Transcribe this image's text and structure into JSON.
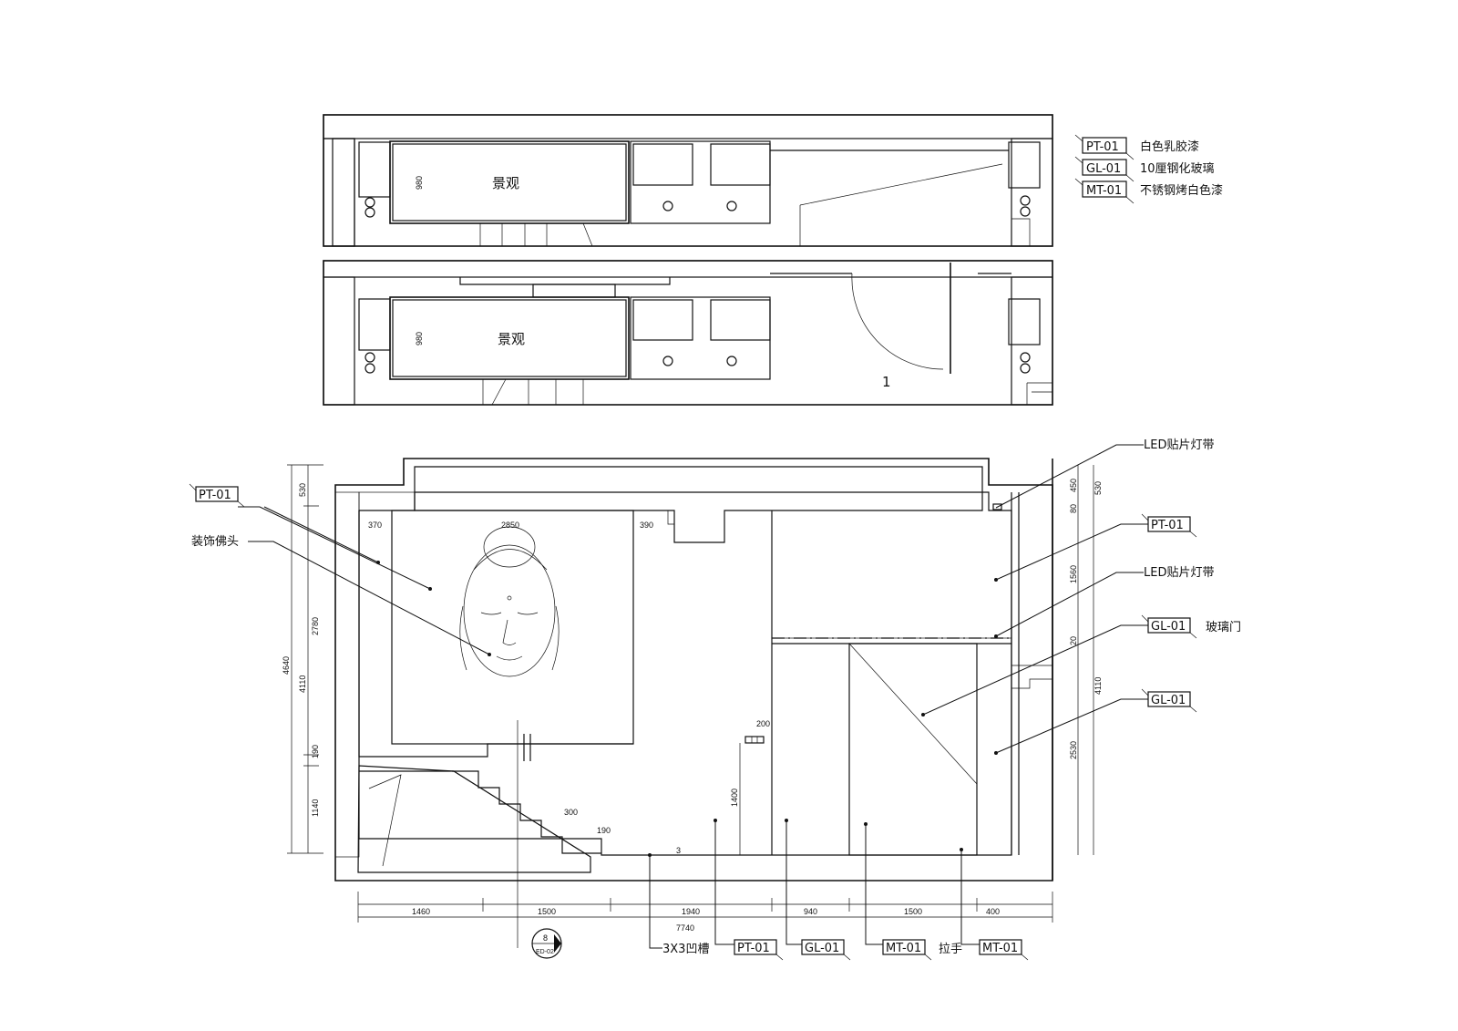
{
  "legend": [
    {
      "code": "PT-01",
      "desc": "白色乳胶漆"
    },
    {
      "code": "GL-01",
      "desc": "10厘钢化玻璃"
    },
    {
      "code": "MT-01",
      "desc": "不锈钢烤白色漆"
    }
  ],
  "plans": {
    "landscape_label": "景观",
    "dim_980": "980",
    "door_number": "1"
  },
  "elevation": {
    "left_tags": {
      "pt01": "PT-01",
      "buddha": "装饰佛头"
    },
    "right_labels": {
      "led1": "LED贴片灯带",
      "pt01": "PT-01",
      "led2": "LED贴片灯带",
      "gl01_door": "GL-01",
      "glass_door": "玻璃门",
      "gl01": "GL-01"
    },
    "bottom_tags": {
      "groove": "3X3凹槽",
      "pt01": "PT-01",
      "gl01": "GL-01",
      "mt01a": "MT-01",
      "handle": "拉手",
      "mt01b": "MT-01"
    },
    "top_dims": {
      "d370": "370",
      "d2850": "2850",
      "d390": "390"
    },
    "left_dims": {
      "d4640": "4640",
      "d4110": "4110",
      "d530": "530",
      "d2780": "2780",
      "d190": "190",
      "d1140": "1140"
    },
    "right_dims": {
      "d450": "450",
      "d530": "530",
      "d80": "80",
      "d1560": "1560",
      "d20": "20",
      "d4110": "4110",
      "d2530": "2530"
    },
    "inner_dims": {
      "d200": "200",
      "d1400": "1400",
      "d300": "300",
      "d190": "190",
      "d3": "3"
    },
    "bottom_dims": {
      "d1460": "1460",
      "d1500a": "1500",
      "d1940": "1940",
      "d940": "940",
      "d1500b": "1500",
      "d400": "400",
      "total": "7740"
    },
    "section_marker": {
      "num": "8",
      "ref": "ED-02"
    }
  }
}
